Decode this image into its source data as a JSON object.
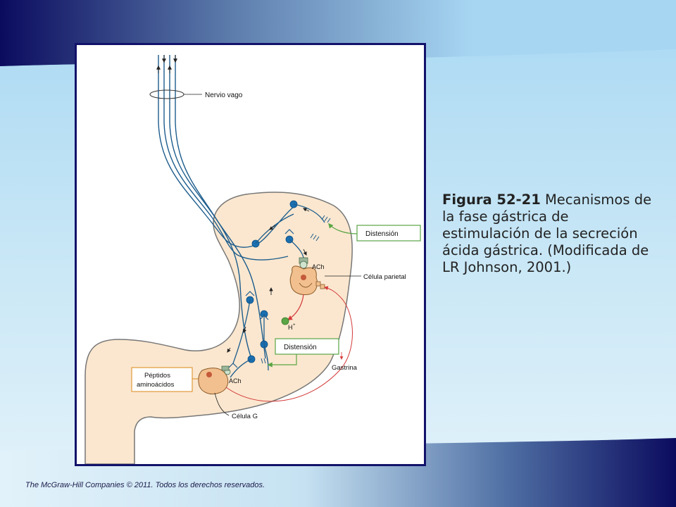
{
  "slide": {
    "colors": {
      "navy": "#0b0b5e",
      "sky": "#a7d6f3",
      "pale": "#e3f3fb",
      "frame": "#12126a"
    }
  },
  "figure": {
    "labels": {
      "vagus_nerve": "Nervio vago",
      "distension_top": "Distensión",
      "distension_bottom": "Distensión",
      "ach_top": "ACh",
      "ach_bottom": "ACh",
      "parietal_cell": "Célula parietal",
      "h_ion": "H",
      "h_ion_charge": "+",
      "gastrin": "Gastrina",
      "peptides_line1": "Péptidos",
      "peptides_line2": "aminoácidos",
      "g_cell": "Célula G"
    },
    "colors": {
      "stomach_fill": "#fbe7cf",
      "stomach_outline": "#777777",
      "nerve": "#1c5c8c",
      "neuron": "#1a6fb0",
      "stimulus_arrow": "#5aa545",
      "gastrin_arrow": "#d43a3a",
      "acid": "#5aa545"
    }
  },
  "caption": {
    "label": "Figura 52-21",
    "text": " Mecanismos de la fase gástrica de estimulación de la secreción ácida gástrica. (Modificada de LR Johnson, 2001.)"
  },
  "footer": {
    "text": "The McGraw-Hill Companies © 2011. Todos los derechos reservados."
  }
}
